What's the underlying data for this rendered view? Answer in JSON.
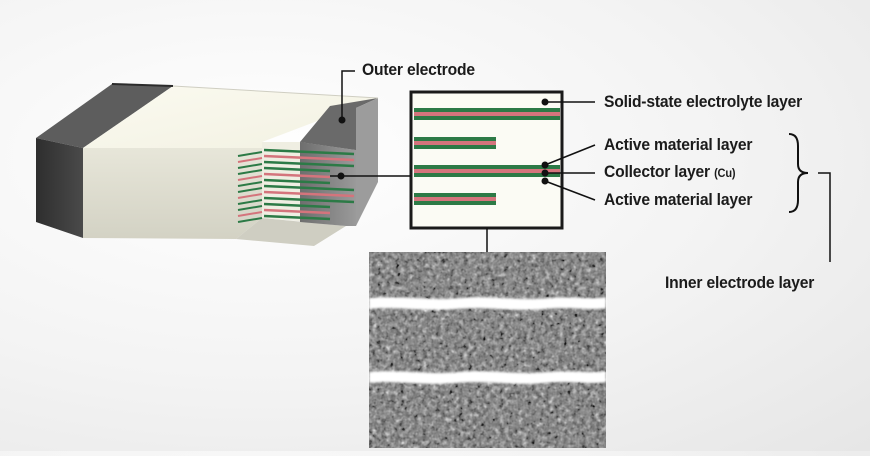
{
  "labels": {
    "outer_electrode": "Outer electrode",
    "solid_state_electrolyte_layer": "Solid-state electrolyte layer",
    "active_material_layer_top": "Active material layer",
    "collector_layer": "Collector layer",
    "collector_layer_material": "(Cu)",
    "active_material_layer_bottom": "Active material layer",
    "inner_electrode_layer": "Inner electrode layer"
  },
  "colors": {
    "active_material": "#2c7a46",
    "collector": "#d4747c",
    "electrolyte": "#fbfbf4",
    "body_top": "#f6f5e8",
    "body_front": "#dddccf",
    "electrode_top": "#5c5c5c",
    "electrode_front": "#3e3e3e",
    "electrode_side": "#8a8a8a",
    "line": "#111111"
  }
}
